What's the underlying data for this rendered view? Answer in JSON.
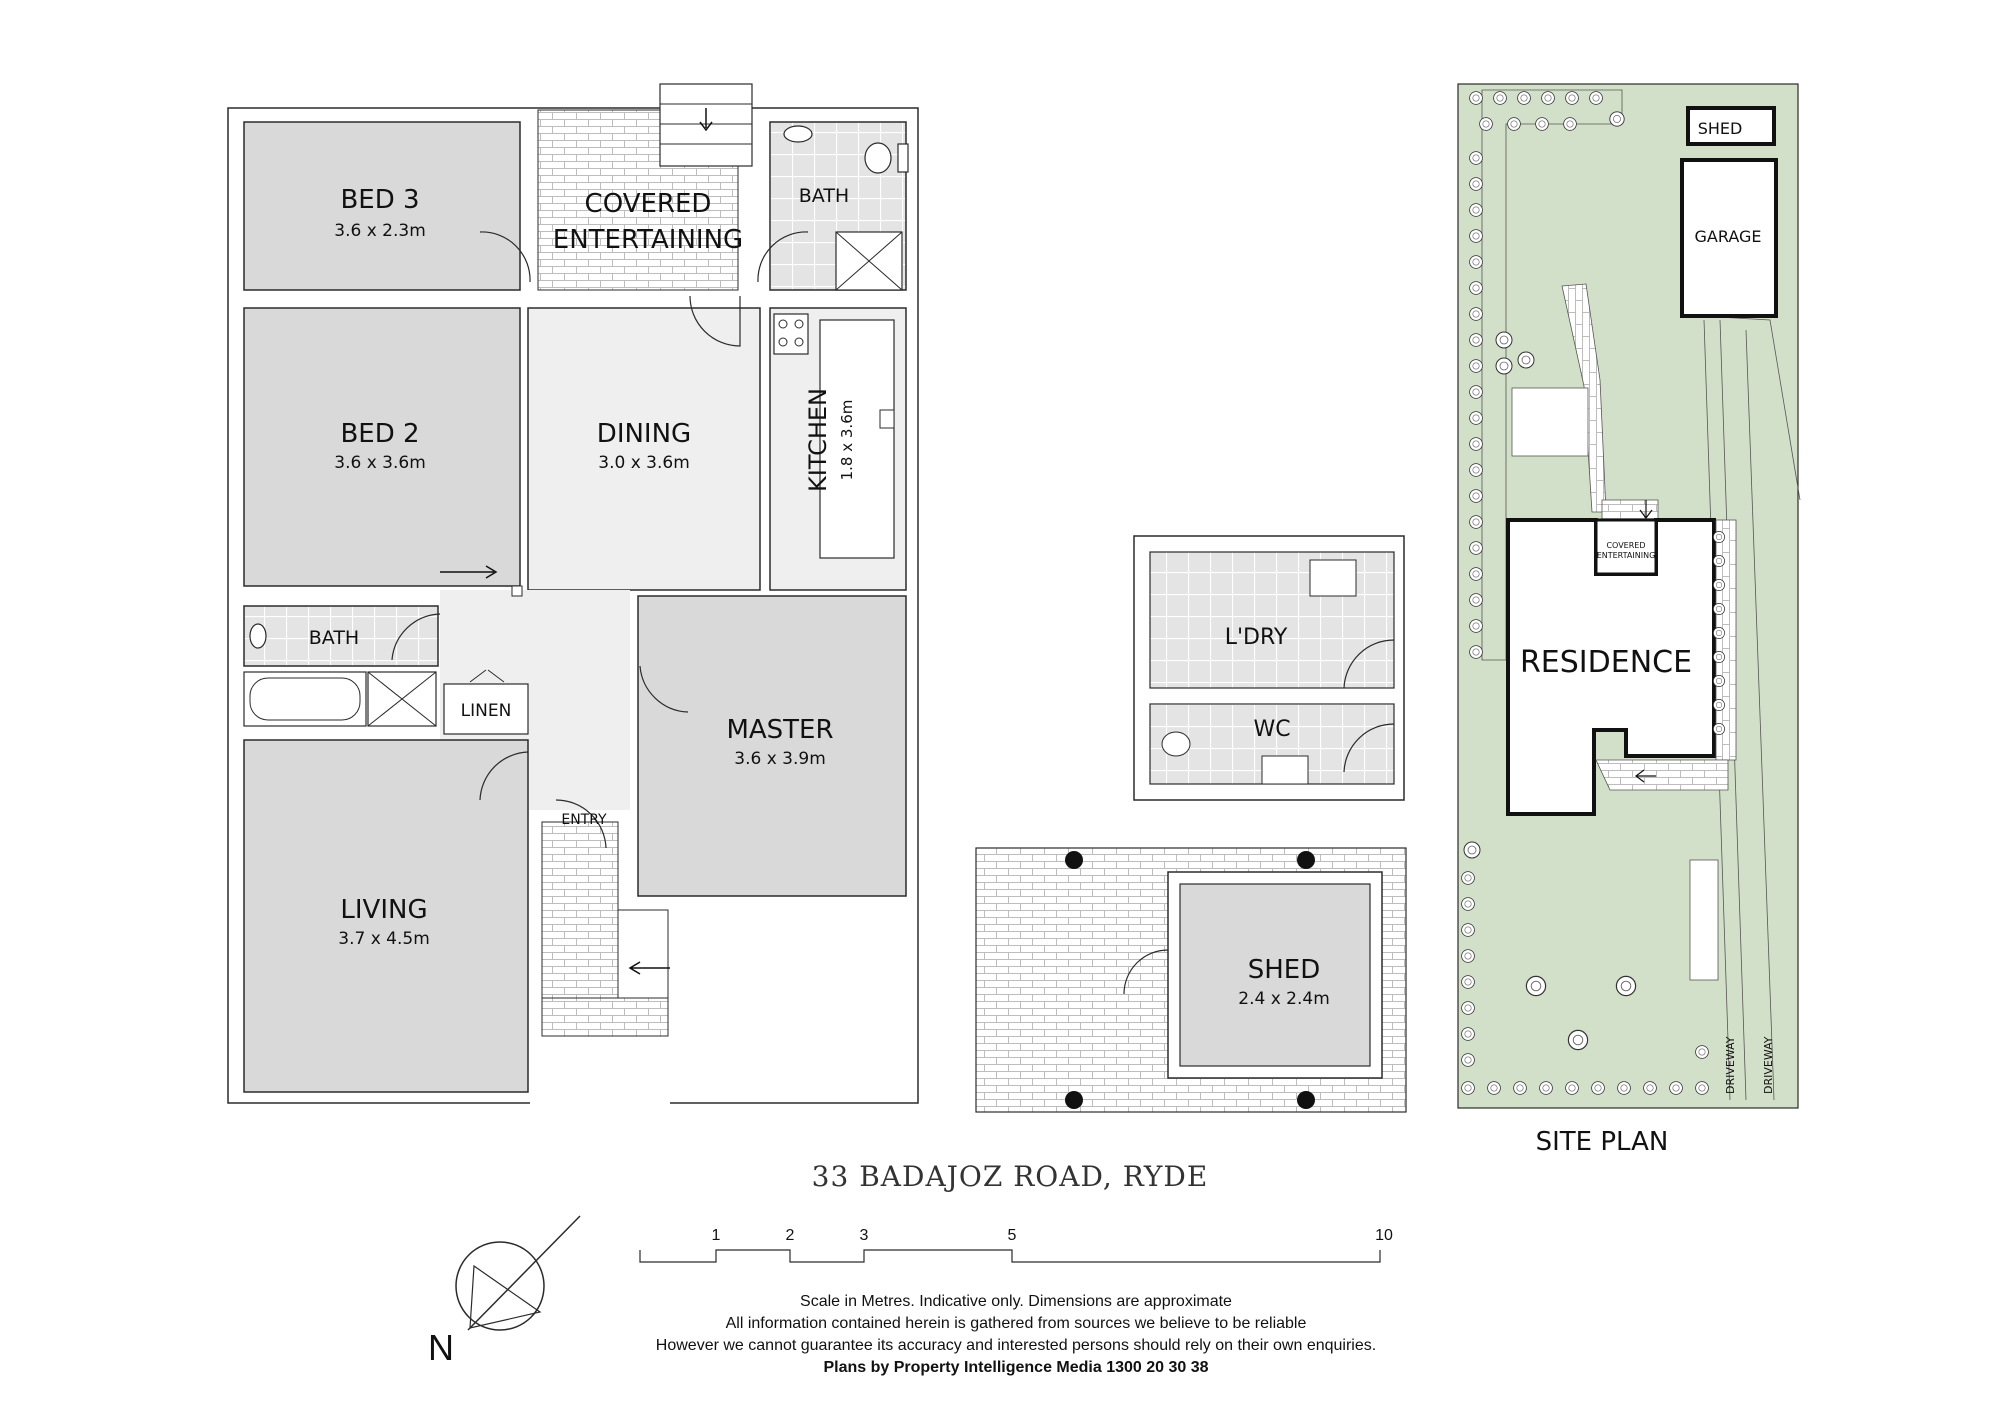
{
  "colors": {
    "room_fill": "#d9d9d9",
    "light_fill": "#efefef",
    "wall": "#2b2b2b",
    "site_green": "#d3e0c9"
  },
  "floor_plan": {
    "bed3": {
      "name": "BED 3",
      "dims": "3.6 x 2.3m"
    },
    "covered": {
      "line1": "COVERED",
      "line2": "ENTERTAINING"
    },
    "bath_top": {
      "name": "BATH"
    },
    "bed2": {
      "name": "BED 2",
      "dims": "3.6 x 3.6m"
    },
    "dining": {
      "name": "DINING",
      "dims": "3.0 x 3.6m"
    },
    "kitchen": {
      "name": "KITCHEN",
      "dims": "1.8 x 3.6m"
    },
    "bath_mid": {
      "name": "BATH"
    },
    "linen": {
      "name": "LINEN"
    },
    "master": {
      "name": "MASTER",
      "dims": "3.6 x 3.9m"
    },
    "entry": {
      "name": "ENTRY"
    },
    "living": {
      "name": "LIVING",
      "dims": "3.7 x 4.5m"
    }
  },
  "outbuilding": {
    "laundry": {
      "name": "L'DRY"
    },
    "wc": {
      "name": "WC"
    },
    "shed": {
      "name": "SHED",
      "dims": "2.4 x 2.4m"
    }
  },
  "site_plan": {
    "title": "SITE PLAN",
    "shed": "SHED",
    "garage": "GARAGE",
    "residence": "RESIDENCE",
    "covered": "COVERED",
    "entertaining": "ENTERTAINING",
    "driveway_1": "DRIVEWAY",
    "driveway_2": "DRIVEWAY"
  },
  "address": "33 BADAJOZ ROAD, RYDE",
  "scale_bar": {
    "labels": [
      "1",
      "2",
      "3",
      "5",
      "10"
    ]
  },
  "compass": {
    "label": "N"
  },
  "disclaimer": {
    "line1": "Scale in Metres. Indicative only. Dimensions are approximate",
    "line2": "All information contained herein is gathered from sources we believe to be reliable",
    "line3": "However we cannot guarantee its accuracy and interested persons should rely on their own enquiries.",
    "credit": "Plans by Property Intelligence Media 1300 20 30 38"
  }
}
